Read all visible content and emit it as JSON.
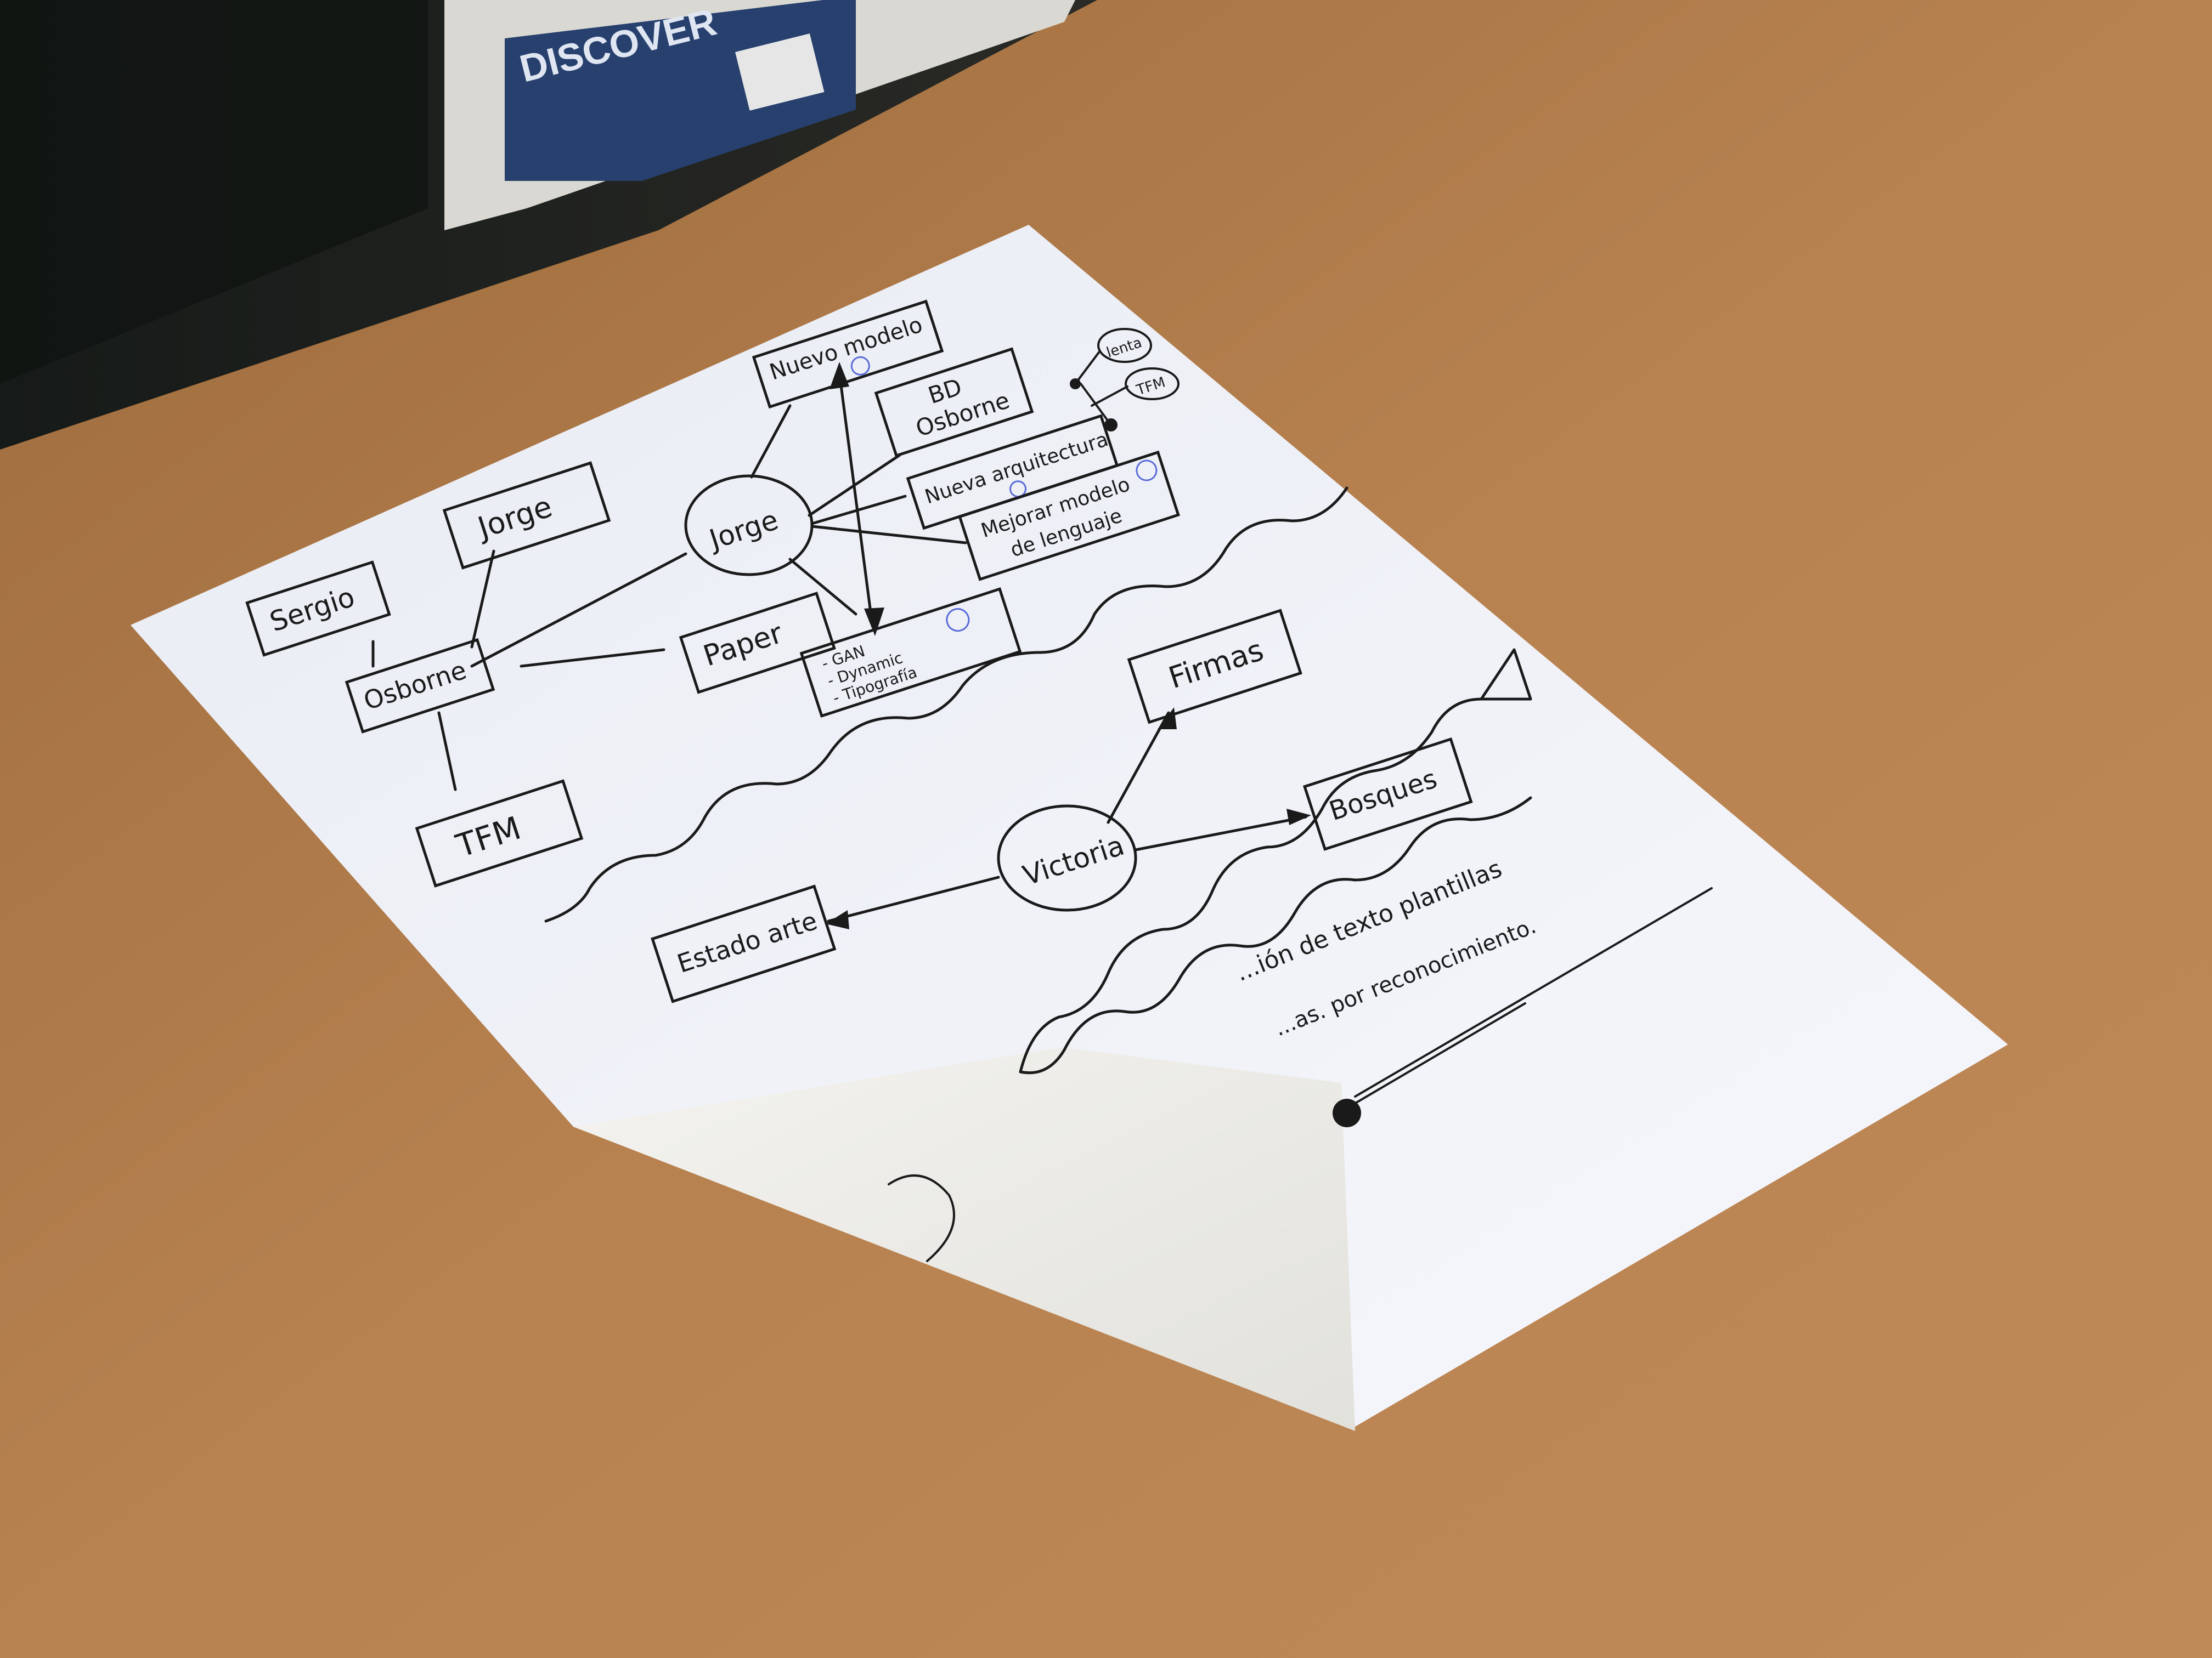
{
  "background_box": {
    "brand": "DISCOVER"
  },
  "diagram": {
    "nodes": {
      "sergio": "Sergio",
      "jorge_box": "Jorge",
      "osborne": "Osborne",
      "tfm": "TFM",
      "jorge_circle": "Jorge",
      "paper": "Paper",
      "nuevo_modelo": "Nuevo modelo",
      "bd_osborne_line1": "BD",
      "bd_osborne_line2": "Osborne",
      "nueva_arquitectura": "Nueva arquitectura",
      "mejorar_line1": "Mejorar modelo",
      "mejorar_line2": "de lenguaje",
      "lenta": "lenta",
      "tfm_small": "TFM",
      "list_line1": "- GAN",
      "list_line2": "- Dynamic",
      "list_line3": "- Tipografía",
      "firmas": "Firmas",
      "bosques": "Bosques",
      "victoria": "Victoria",
      "estado_arte": "Estado arte"
    },
    "bottom_text_line1": "...ión de texto plantillas",
    "bottom_text_line2": "...as. por reconocimiento."
  },
  "colors": {
    "desk": "#b07a48",
    "paper": "#eef0f6",
    "ink": "#1a1a1a",
    "blue_ink": "#5a6bd8"
  }
}
